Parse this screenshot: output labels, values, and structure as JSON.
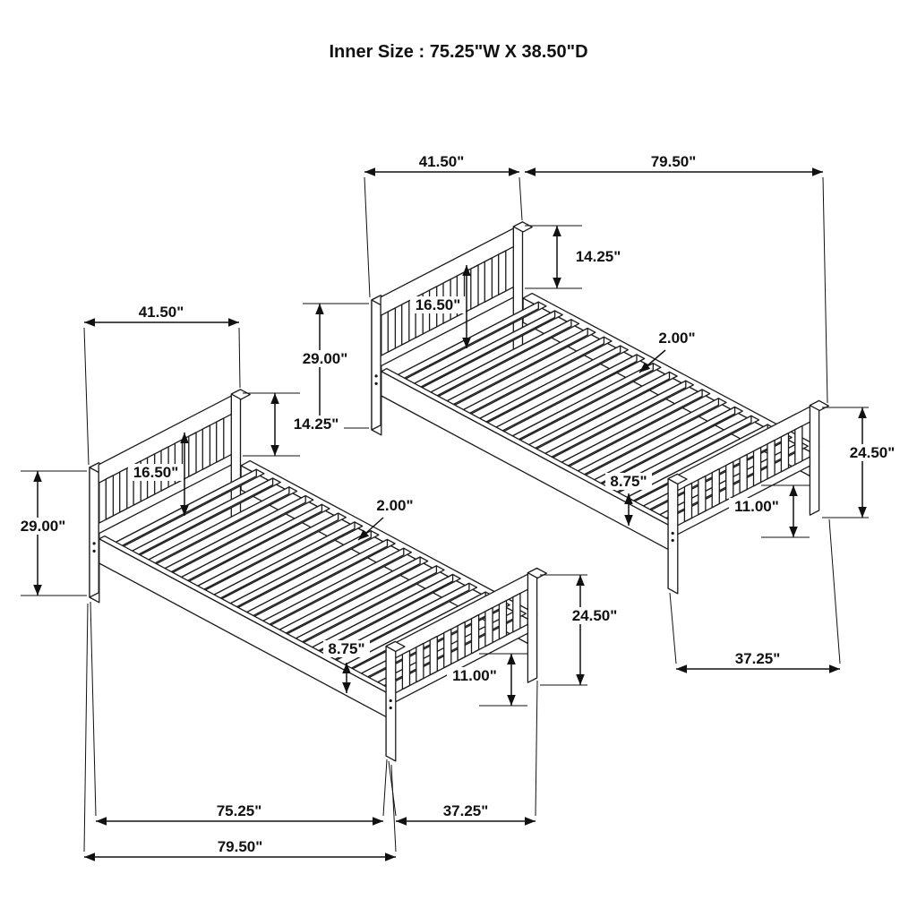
{
  "title": "Inner Size : 75.25\"W X  38.50\"D",
  "dimensions": {
    "headboard_width": "41.50\"",
    "overall_length": "79.50\"",
    "headboard_top_to_rail": "14.25\"",
    "headboard_panel_height": "16.50\"",
    "headboard_height": "29.00\"",
    "slat_thickness": "2.00\"",
    "footboard_height": "24.50\"",
    "rail_bottom_height": "8.75\"",
    "floor_to_rail_top": "11.00\"",
    "footboard_width": "37.25\"",
    "inner_length": "75.25\""
  }
}
